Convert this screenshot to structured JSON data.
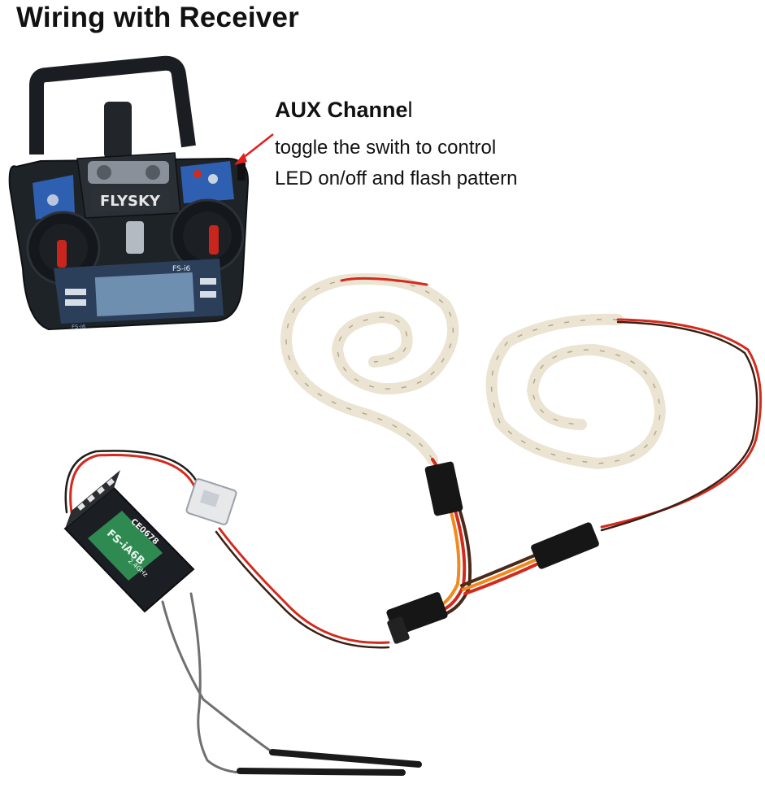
{
  "title": "Wiring with Receiver",
  "annotation": {
    "heading_bold": "AUX Channe",
    "heading_tail": "l",
    "line1": "toggle the swith to control",
    "line2": "LED on/off and flash pattern"
  },
  "transmitter": {
    "brand": "FLYSKY",
    "model": "FS-i6",
    "serial": "FS-i6"
  },
  "receiver": {
    "label": "FS-iA6B",
    "sublabel": "2.4GHz",
    "ce": "CE0678"
  },
  "colors": {
    "body": "#1e2328",
    "screen": "#6f8fb0",
    "accent_blue": "#2f5fb0",
    "wire_red": "#d22b1e",
    "wire_orange": "#f08a1c",
    "wire_brown": "#4a2a1a",
    "strip": "#ece4d2",
    "arrow": "#e02020"
  }
}
